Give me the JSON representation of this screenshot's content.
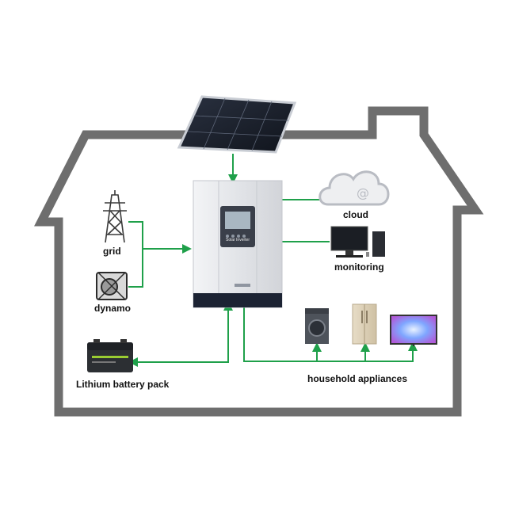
{
  "inverter": {
    "label": "Solar Inverter"
  },
  "labels": {
    "cloud": "cloud",
    "grid": "grid",
    "monitoring": "monitoring",
    "dynamo": "dynamo",
    "battery": "Lithium battery pack",
    "appliances": "household appliances"
  },
  "colors": {
    "house_outline": "#6e6e6e",
    "connector": "#1fa04a",
    "inverter_body": "#e9eaee",
    "inverter_base": "#1c2333",
    "cloud": "#b9bcc3"
  }
}
